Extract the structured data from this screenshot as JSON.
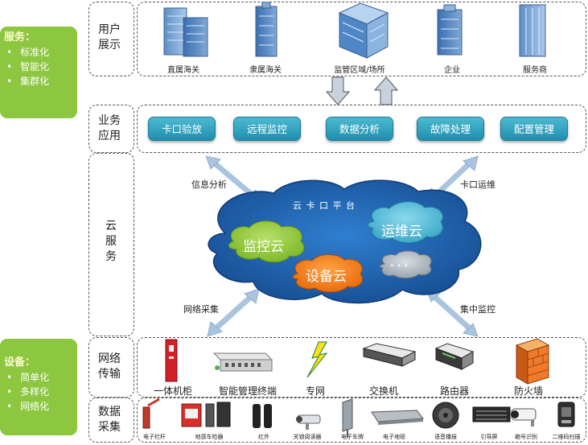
{
  "left_panels": {
    "service": {
      "title": "服务：",
      "items": [
        "标准化",
        "智能化",
        "集群化"
      ]
    },
    "device": {
      "title": "设备：",
      "items": [
        "简单化",
        "多样化",
        "网络化"
      ]
    }
  },
  "row_labels": {
    "user": [
      "用户",
      "展示"
    ],
    "business": [
      "业务",
      "应用"
    ],
    "cloud": [
      "云",
      "服",
      "务"
    ],
    "network": [
      "网络",
      "传输"
    ],
    "data": [
      "数据",
      "采集"
    ]
  },
  "users": [
    "直属海关",
    "隶属海关",
    "监管区域/场所",
    "企业",
    "服务商"
  ],
  "services": [
    "卡口验放",
    "远程监控",
    "数据分析",
    "故障处理",
    "配置管理"
  ],
  "cloud": {
    "title": "云 卡 口 平 台",
    "monitor": "监控云",
    "ops": "运维云",
    "device": "设备云",
    "more": "· · ·"
  },
  "arrow_labels": {
    "info": "信息分析",
    "ops": "卡口运维",
    "net": "网络采集",
    "central": "集中监控"
  },
  "network_devices": [
    "一体机柜",
    "智能管理终端",
    "专网",
    "交换机",
    "路由器",
    "防火墙"
  ],
  "data_devices": [
    "电子栏杆",
    "地感车检器",
    "红外",
    "关锁阅读器",
    "电子车牌",
    "电子地磅",
    "语音播报",
    "引导屏",
    "箱号识别",
    "二维码扫描"
  ],
  "colors": {
    "green_panel": "#8dc63f",
    "service_button": "#2aa0bf",
    "cloud_blue": "#1f5fa8",
    "arrow": "#aac4e0"
  }
}
